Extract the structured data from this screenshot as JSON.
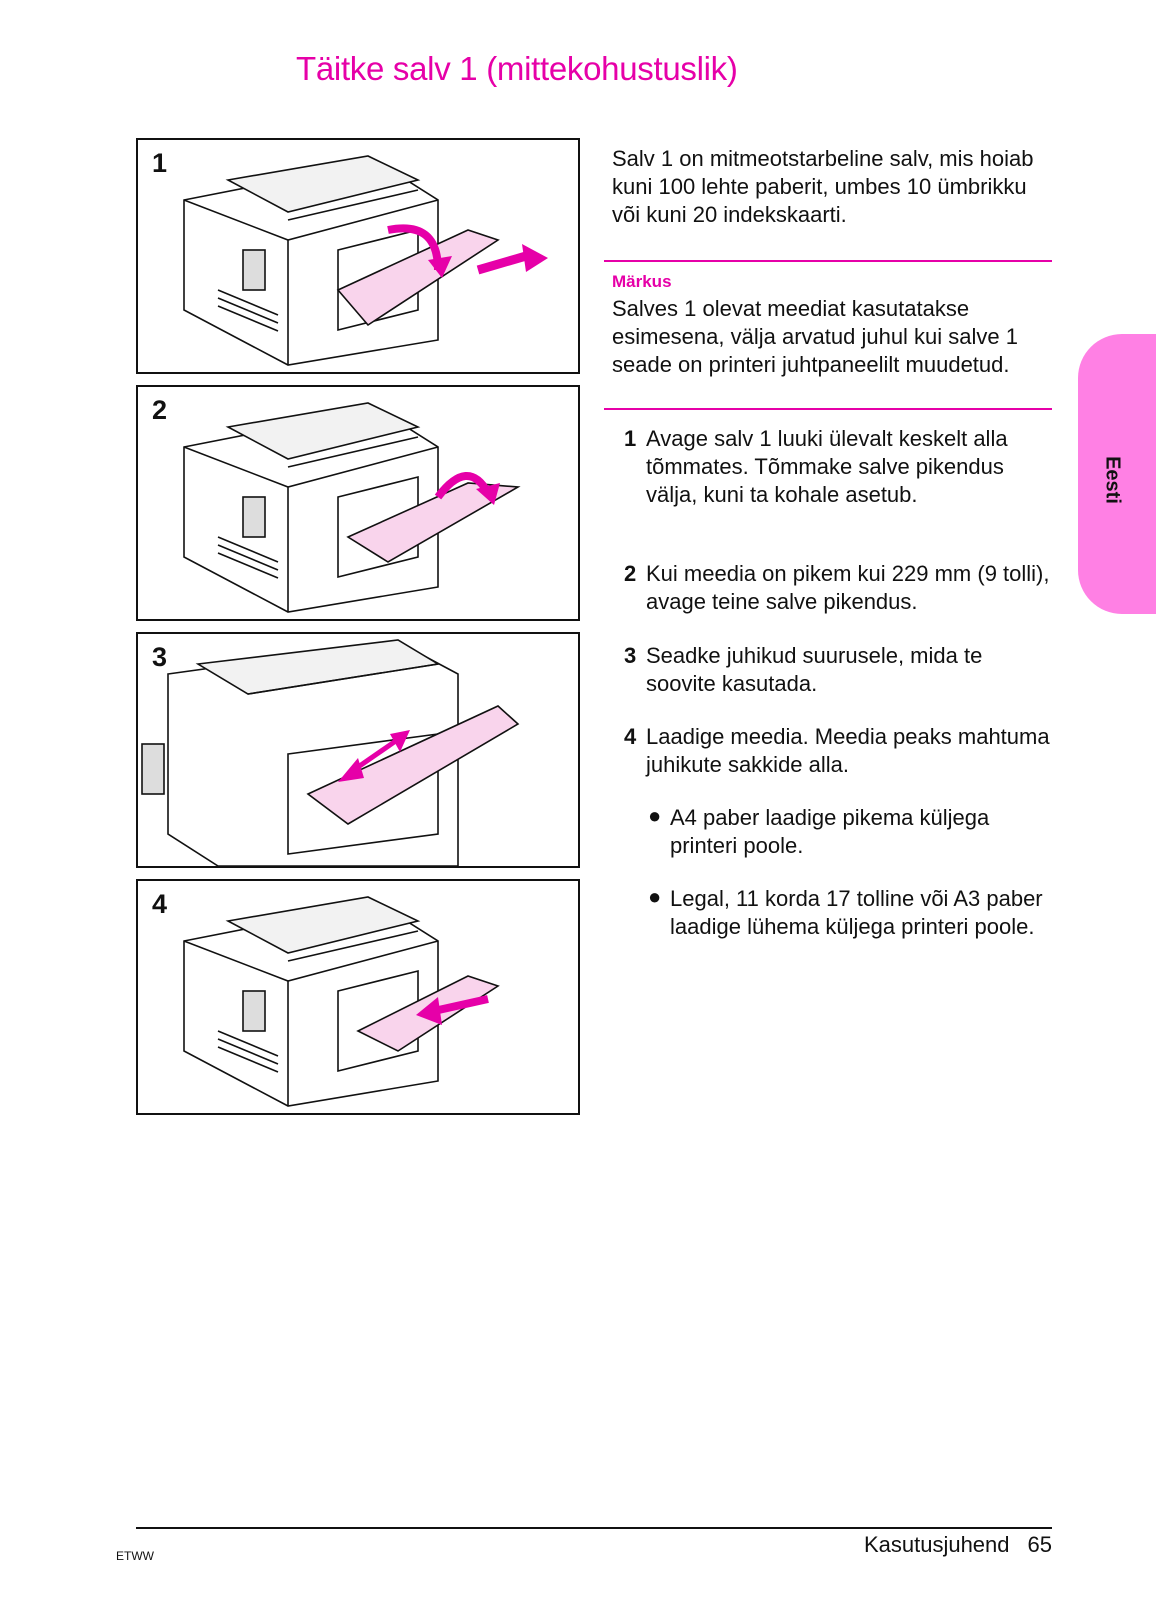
{
  "page": {
    "title": "Täitke salv 1 (mittekohustuslik)",
    "intro": "Salv 1 on mitmeotstarbeline salv, mis hoiab kuni 100 lehte paberit, umbes 10 ümbrikku või kuni 20 indekskaarti.",
    "note": {
      "label": "Märkus",
      "text": "Salves 1 olevat meediat kasutatakse esimesena, välja arvatud juhul kui salve 1 seade on printeri juhtpaneelilt muudetud."
    },
    "steps": [
      {
        "num": "1",
        "text": "Avage salv 1 luuki ülevalt keskelt alla tõmmates. Tõmmake salve pikendus välja, kuni ta kohale asetub."
      },
      {
        "num": "2",
        "text": "Kui meedia on pikem kui 229 mm (9 tolli), avage teine salve pikendus."
      },
      {
        "num": "3",
        "text": "Seadke juhikud suurusele, mida te soovite kasutada."
      },
      {
        "num": "4",
        "text": "Laadige meedia. Meedia peaks mahtuma juhikute sakkide alla."
      }
    ],
    "bullets": [
      {
        "text": "A4 paber laadige pikema küljega printeri poole."
      },
      {
        "text": "Legal, 11 korda 17 tolline või A3 paber laadige lühema küljega printeri poole."
      }
    ],
    "figures": [
      {
        "label": "1"
      },
      {
        "label": "2"
      },
      {
        "label": "3"
      },
      {
        "label": "4"
      }
    ],
    "side_tab": "Eesti",
    "footer": {
      "left": "ETWW",
      "right_text": "Kasutusjuhend",
      "page_number": "65"
    },
    "colors": {
      "accent": "#e600a8",
      "tab": "#ff80e4",
      "paper": "#f9d4ec"
    }
  }
}
